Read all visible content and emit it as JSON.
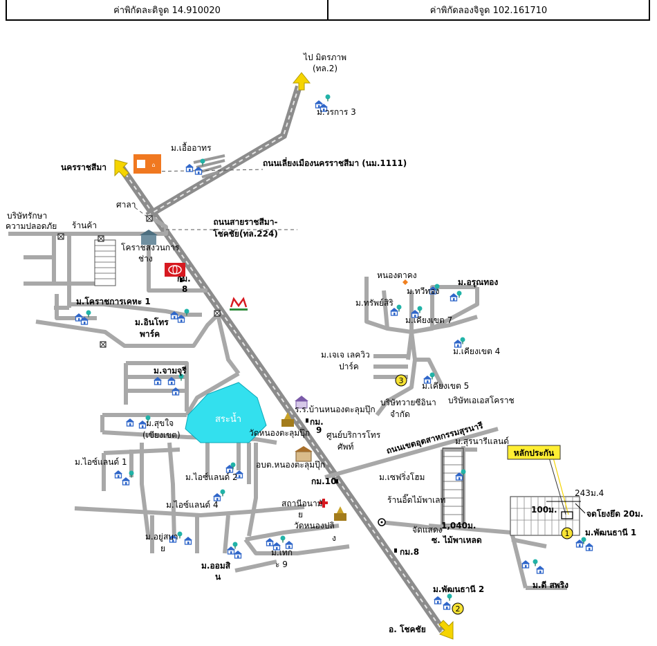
{
  "header": {
    "latitude": "ค่าพิกัดละติจูด 14.910020",
    "longitude": "ค่าพิกัดลองจิจูด 102.161710"
  },
  "roads": {
    "to_mittraphap": "ไป มิตรภาพ",
    "to_mittraphap_code": "(ทล.2)",
    "bypass": "ถนนเลี่ยงเมืองนครราชสีมา (นม.1111)",
    "nakhon": "นครราชสีมา",
    "korat_chokchai_1": "ถนนสายราชสีมา-",
    "korat_chokchai_2": "โชคชัย(ทล.224)",
    "industrial": "ถนนเขตอุตสาหกรรมสุรนารี",
    "soi_maipaled": "ซ. ไม้พาเหลด",
    "to_chokchai": "อ. โชคชัย"
  },
  "places": {
    "woraphon3": "ม.วรการ 3",
    "uea_athon": "ม.เอื้ออาทร",
    "sala": "ศาลา",
    "security_co_1": "บริษัทรักษา",
    "security_co_2": "ความปลอดภัย",
    "shop": "ร้านค้า",
    "korat_school_1": "โคราชสงวนการ",
    "korat_school_2": "ช่าง",
    "km8_a": "กม.",
    "km8_b": "8",
    "korat_housing": "ม.โคราชการเคหะ 1",
    "inthra_park_1": "ม.อินโทร",
    "inthra_park_2": "พาร์ค",
    "jamjuree": "ม.จามจุรี",
    "pond": "สระน้ำ",
    "sukjai_1": "ม.สุขใจ",
    "sukjai_2": "(เขียงเขต)",
    "school": "ร.ร.บ้านหนองตะลุมปุ๊ก",
    "wat1": "วัดหนองตะลุมปุ๊ก",
    "km9_a": "กม.",
    "km9_b": "9",
    "phone_center_1": "ศูนย์บริการโทร",
    "phone_center_2": "ศัพท์",
    "aboto": "อบต.หนองตะลุมปุ๊ก",
    "km10": "กม.10",
    "ice_land1": "ม.ไอซ์แลนด์ 1",
    "ice_land2": "ม.ไอซ์แลนด์ 2",
    "ice_land4": "ม.ไอซ์แลนด์ 4",
    "health_1": "สถานีอนามั",
    "health_2": "ย",
    "wat2_1": "วัดหนองปลิ",
    "wat2_2": "ง",
    "yusabai_1": "ม.อยู่สบา",
    "yusabai_2": "ย",
    "omsin_1": "ม.ออมสิ",
    "omsin_2": "น",
    "kanok9_1": "ม.เทก",
    "kanok9_2": "ะ 9",
    "km8_low": "กม.8",
    "nong_takhong": "หนองตาคง",
    "arunthong": "ม.อรุณทอง",
    "sap_siri": "ม.ทรัพย์สิริ",
    "thawi_thong": "ม.ทวีทอง",
    "khiangkhet7": "ม.เคียงเขต 7",
    "khiangkhet4": "ม.เคียงเขต 4",
    "jj_1": "ม.เจเจ เลควิว",
    "jj_2": "ปาร์ค",
    "khiangkhet5": "ม.เคียงเขต 5",
    "thai_co_1": "บริษัทวายซีอินา",
    "thai_co_2": "จำกัด",
    "as_korat": "บริษัทเอเอสโคราช",
    "suranaree_land": "ม.สุรนารีแลนด์",
    "safe_home": "ม.เซฟริ่งโฮม",
    "wood_shop": "ร้านอิ๊ดไม้พาเลท",
    "sale_point": "จัดแสดง",
    "dist_1040": "1,040ม.",
    "collateral": "หลักประกัน",
    "plot_243": "243ม.4",
    "dist_100": "100ม.",
    "plot_20m": "จดโยงยึด 20ม.",
    "phatthana1": "ม.พัฒนธานี 1",
    "dee_spring": "ม.ดี สพริง",
    "phatthana2": "ม.พัฒนธานี 2",
    "marker1": "1",
    "marker2": "2",
    "marker3": "3"
  },
  "colors": {
    "road": "#9a9a9a",
    "local_road": "#a8a8a8",
    "pond": "#33e0ee",
    "arrow": "#f5d400",
    "marker": "#f7e234",
    "collateral_bg": "#ffee33",
    "accent_red": "#d71920",
    "house": "#2f66c9"
  }
}
